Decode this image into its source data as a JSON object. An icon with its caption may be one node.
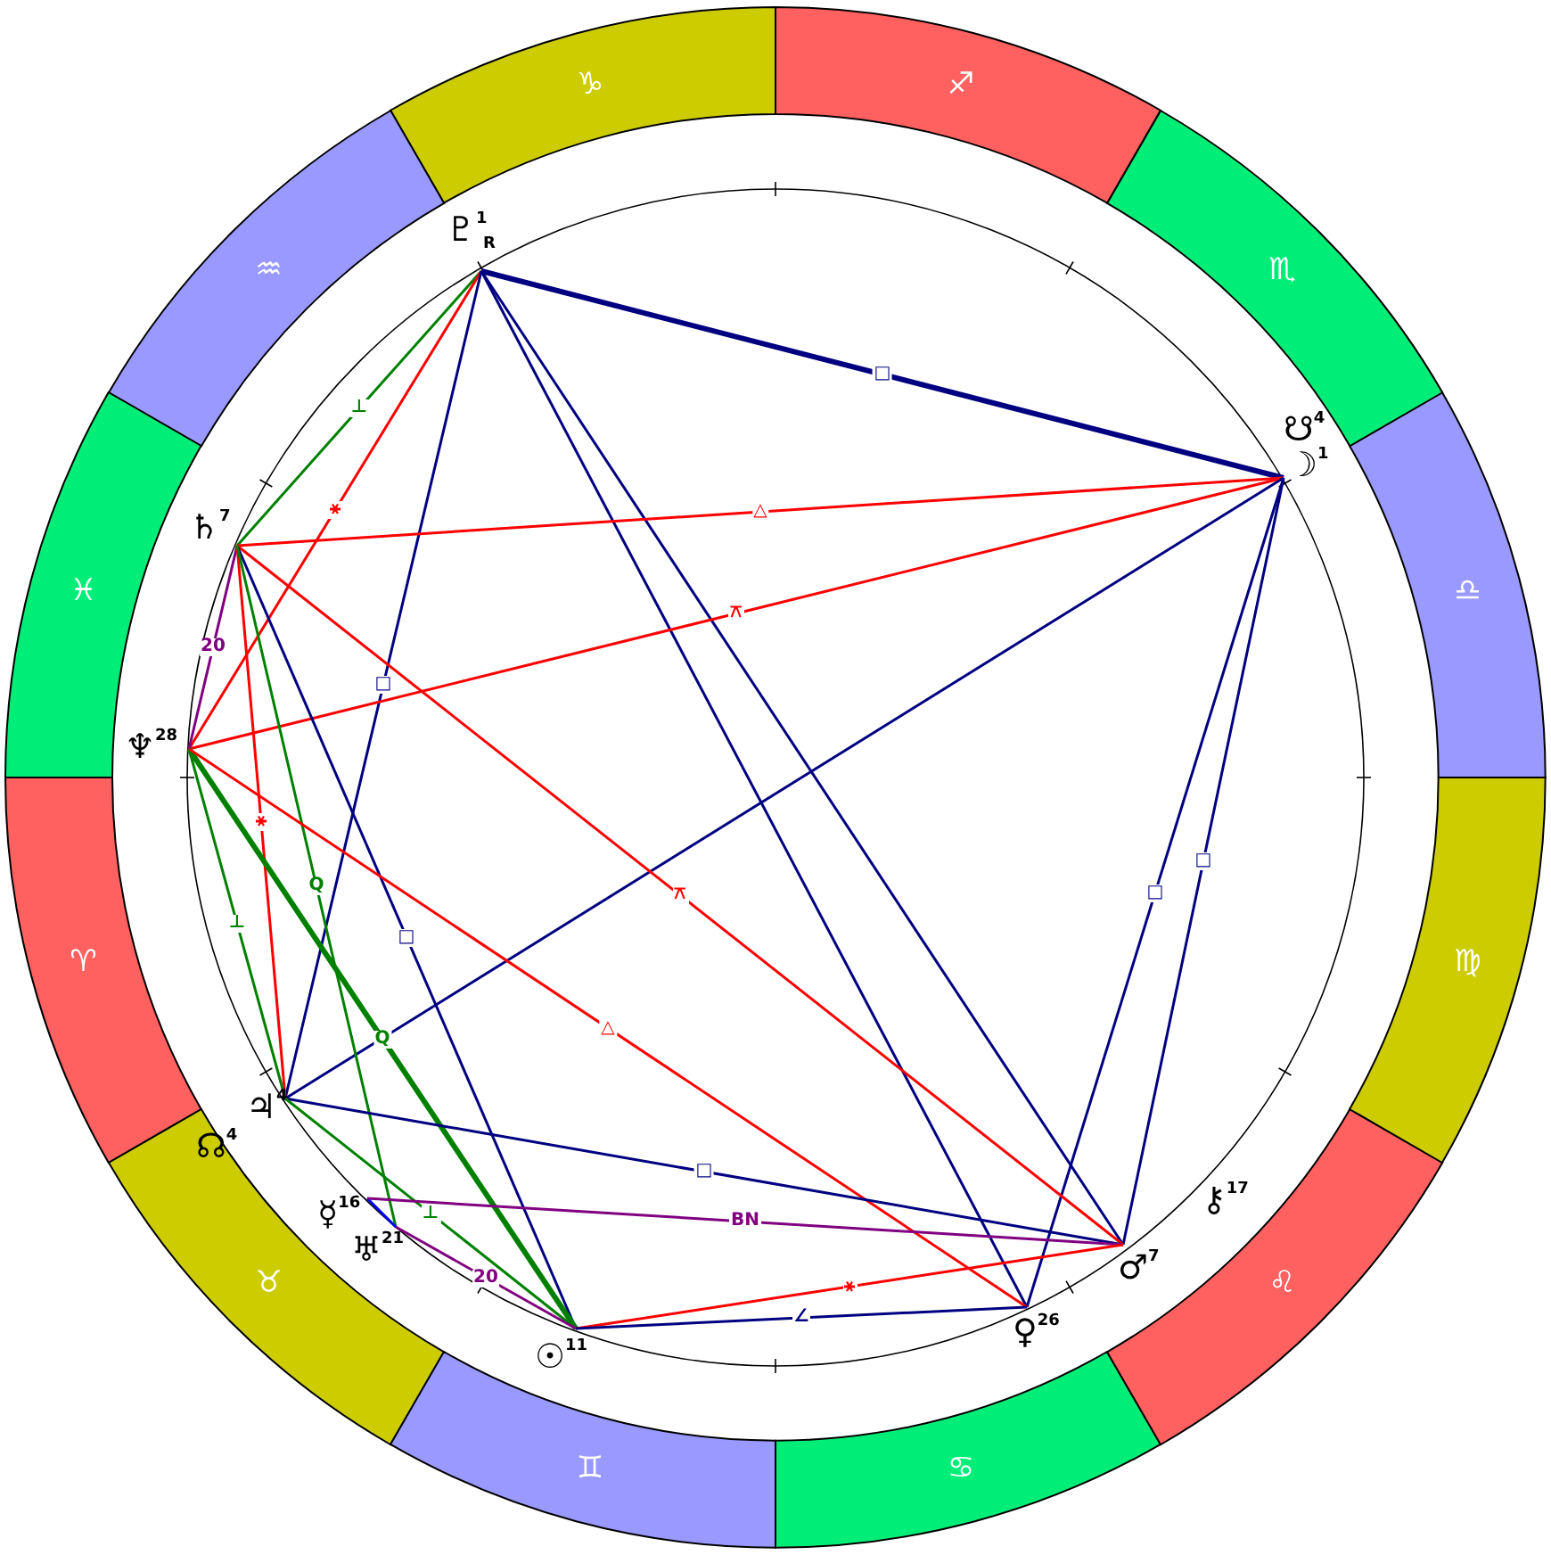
{
  "diagram": {
    "nodes": [
      {
        "text": [
          "♈"
        ]
      },
      {
        "text": [
          "♉"
        ]
      },
      {
        "text": [
          "♊"
        ]
      },
      {
        "text": [
          "♋"
        ]
      },
      {
        "text": [
          "♌"
        ]
      },
      {
        "text": [
          "♍"
        ]
      },
      {
        "text": [
          "♎"
        ]
      },
      {
        "text": [
          "♏"
        ]
      },
      {
        "text": [
          "♐"
        ]
      },
      {
        "text": [
          "♑"
        ]
      },
      {
        "text": [
          "♒"
        ]
      },
      {
        "text": [
          "♓"
        ]
      },
      {
        "text": [
          "♇$^{1}$",
          "R"
        ]
      },
      {
        "text": [
          "☽$^{1}$"
        ]
      },
      {
        "text": [
          "♄$^{7}$"
        ]
      },
      {
        "text": [
          "♆$^{28}$"
        ]
      },
      {
        "text": [
          "♃$^{4}$"
        ]
      },
      {
        "text": [
          "☿$^{16}$"
        ]
      },
      {
        "text": [
          "♅$^{21}$"
        ]
      },
      {
        "text": [
          "☉$^{11}$"
        ]
      },
      {
        "text": [
          "♀$^{26}$"
        ]
      },
      {
        "text": [
          "♂$^{7}$"
        ]
      }
    ],
    "edges": [
      {
        "from": 12,
        "to": 13,
        "arrow": "none",
        "label": "□",
        "style": "thick"
      },
      {
        "from": 12,
        "to": 14,
        "arrow": "none",
        "label": "⊥",
        "color": "#008000"
      },
      {
        "from": 12,
        "to": 15,
        "arrow": "none",
        "label": "⚹",
        "color": "#ff0000"
      },
      {
        "from": 12,
        "to": 16,
        "arrow": "none",
        "label": "□"
      },
      {
        "from": 12,
        "to": 20,
        "arrow": "none"
      },
      {
        "from": 12,
        "to": 21,
        "arrow": "none"
      },
      {
        "from": 13,
        "to": 14,
        "arrow": "none",
        "label": "△",
        "color": "#ff0000"
      },
      {
        "from": 13,
        "to": 15,
        "arrow": "none",
        "label": "⚻",
        "color": "#ff0000"
      },
      {
        "from": 13,
        "to": 16,
        "arrow": "none"
      },
      {
        "from": 13,
        "to": 20,
        "arrow": "none",
        "label": "□"
      },
      {
        "from": 13,
        "to": 21,
        "arrow": "none",
        "label": "□"
      },
      {
        "from": 14,
        "to": 15,
        "arrow": "none",
        "label": "20",
        "color": "#800080"
      },
      {
        "from": 14,
        "to": 21,
        "arrow": "none",
        "label": "⚻",
        "color": "#ff0000"
      },
      {
        "from": 14,
        "to": 19,
        "arrow": "none",
        "label": "□"
      },
      {
        "from": 14,
        "to": 16,
        "arrow": "none",
        "label": "⚹",
        "color": "#ff0000"
      },
      {
        "from": 14,
        "to": 18,
        "arrow": "none",
        "label": "Q",
        "color": "#008000"
      },
      {
        "from": 15,
        "to": 16,
        "arrow": "none",
        "label": "⊥",
        "color": "#008000"
      },
      {
        "from": 15,
        "to": 19,
        "arrow": "none",
        "label": "Q",
        "color": "#008000",
        "style": "thick"
      },
      {
        "from": 15,
        "to": 20,
        "arrow": "none",
        "label": "△",
        "color": "#ff0000"
      },
      {
        "from": 16,
        "to": 21,
        "arrow": "none",
        "label": "□"
      },
      {
        "from": 16,
        "to": 19,
        "arrow": "none",
        "label": "⊥",
        "color": "#008000"
      },
      {
        "from": 17,
        "to": 18,
        "arrow": "none",
        "color": "#0000ff"
      },
      {
        "from": 17,
        "to": 21,
        "arrow": "none",
        "label": "BN",
        "color": "#800080"
      },
      {
        "from": 18,
        "to": 19,
        "arrow": "none",
        "label": "20",
        "color": "#800080"
      },
      {
        "from": 19,
        "to": 21,
        "arrow": "none",
        "label": "⚹",
        "color": "#ff0000"
      },
      {
        "from": 19,
        "to": 20,
        "arrow": "none",
        "label": "∠"
      }
    ],
    "labels": [
      "☋$^{4}$",
      "☊$^{4}$",
      "⚷$^{17}$"
    ]
  }
}
